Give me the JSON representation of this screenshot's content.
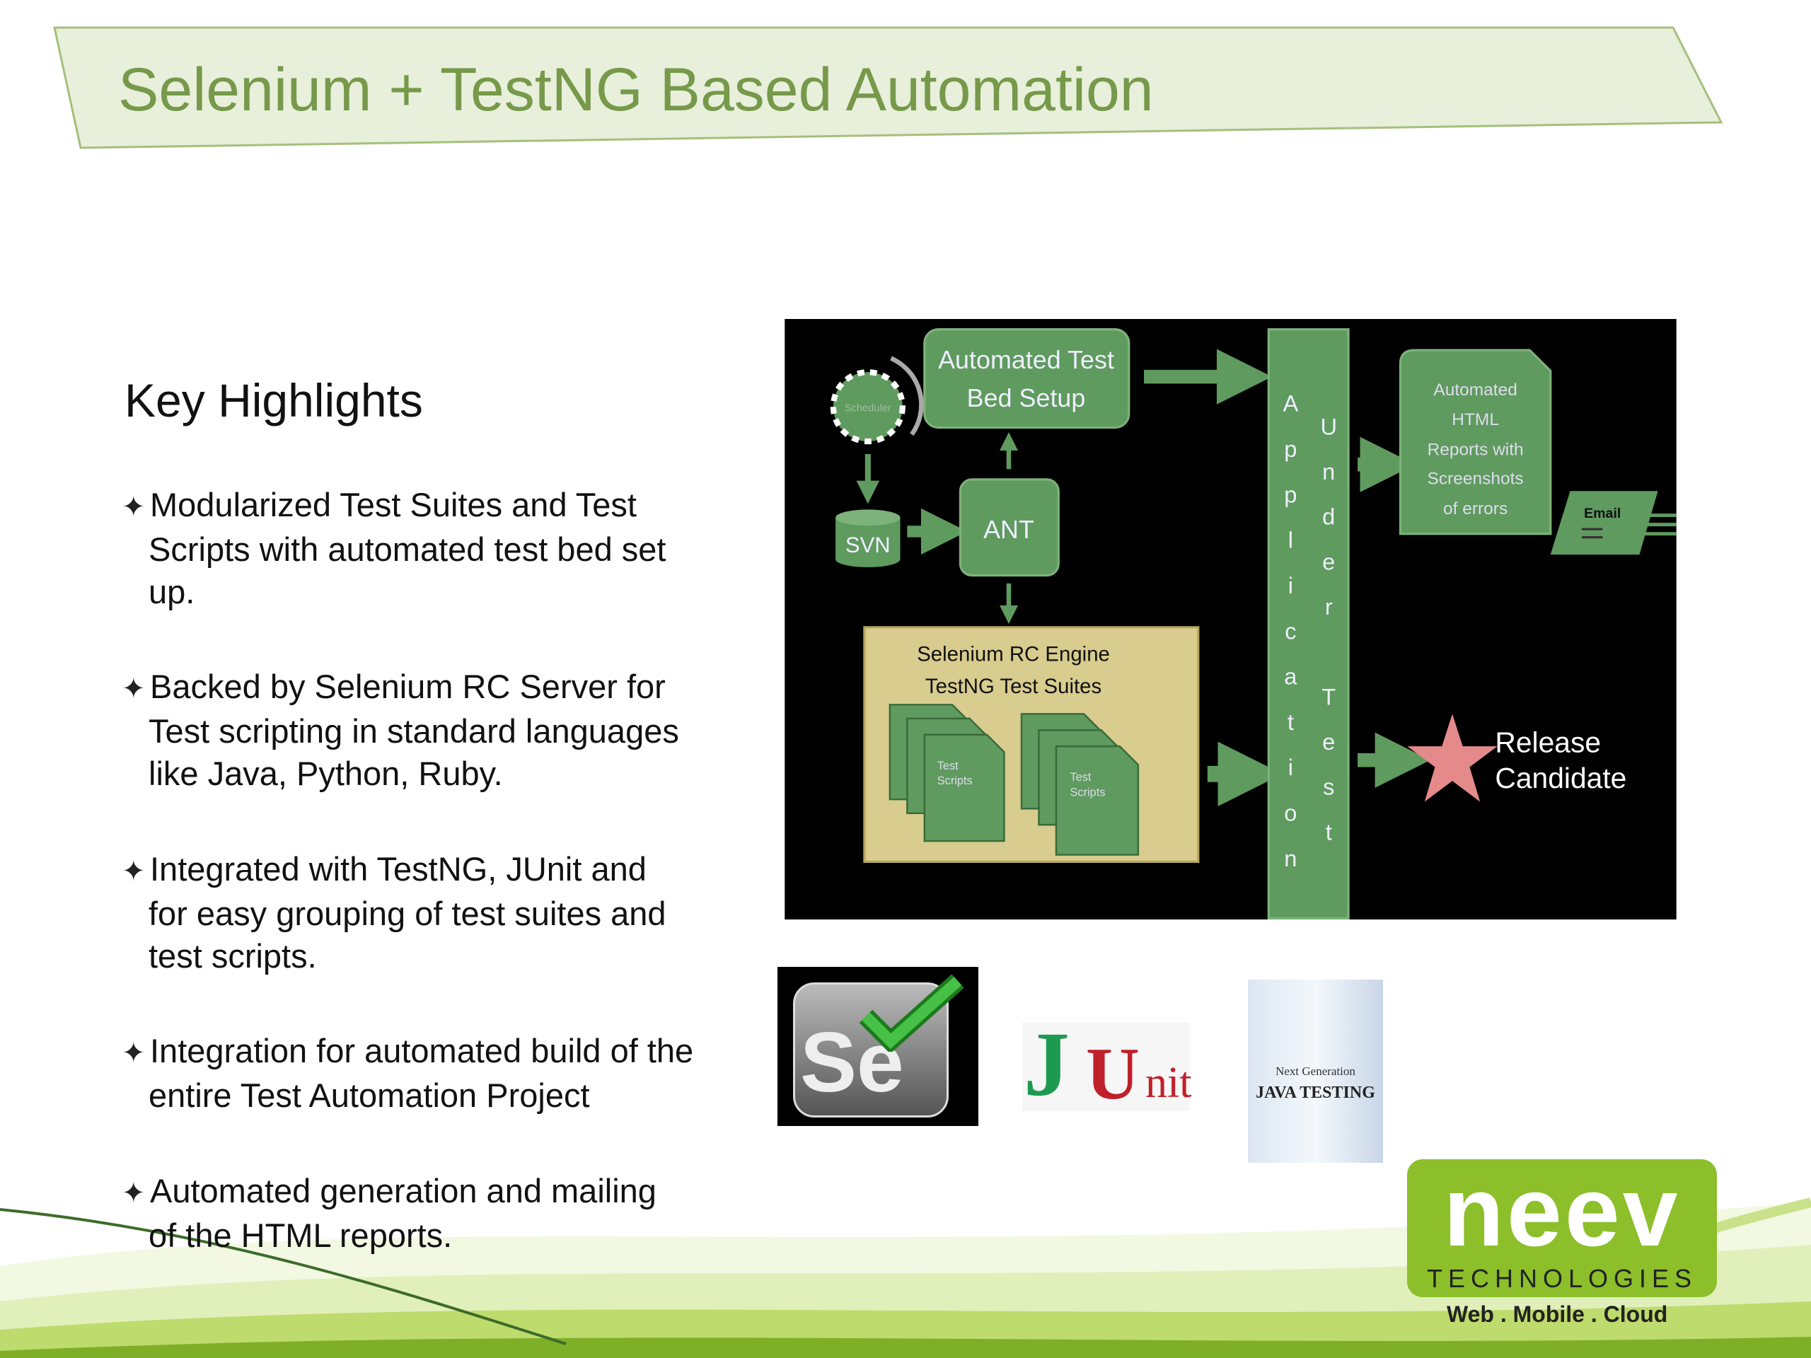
{
  "title": "Selenium + TestNG Based Automation",
  "key_highlights": {
    "heading": "Key Highlights",
    "bullets": [
      {
        "line1": "Modularized Test Suites and Test",
        "rest": [
          "Scripts with automated test bed set",
          "up."
        ]
      },
      {
        "line1": "Backed by Selenium RC Server for",
        "rest": [
          "Test scripting in standard languages",
          "like Java, Python, Ruby."
        ]
      },
      {
        "line1": "Integrated with  TestNG, JUnit and",
        "rest": [
          "for easy grouping of test suites and",
          "test scripts."
        ]
      },
      {
        "line1": "Integration for automated build of the",
        "rest": [
          "entire Test Automation Project"
        ]
      },
      {
        "line1": "Automated generation and mailing",
        "rest": [
          "of the HTML reports."
        ]
      }
    ]
  },
  "diagram": {
    "test_bed": [
      "Automated Test",
      "Bed Setup"
    ],
    "scheduler": "Scheduler",
    "svn": "SVN",
    "ant": "ANT",
    "engine": [
      "Selenium RC Engine",
      "TestNG Test Suites"
    ],
    "doc_label": [
      "Test",
      "Scripts"
    ],
    "app_col1": "Application",
    "app_col2": "Under Test",
    "reports": [
      "Automated",
      "HTML",
      "Reports with",
      "Screenshots",
      "of errors"
    ],
    "email": "Email",
    "release": [
      "Release",
      "Candidate"
    ]
  },
  "logos": {
    "selenium": "Se",
    "junit_j": "J",
    "junit_u": "U",
    "junit_nit": "nit",
    "book_line1": "Next Generation",
    "book_line2": "JAVA TESTING",
    "neev": "neev",
    "neev_sub": "TECHNOLOGIES",
    "neev_tagline": "Web . Mobile . Cloud"
  },
  "colors": {
    "title_green": "#76994a",
    "diagram_green": "#5f9a5e",
    "neev_green": "#8cbf2a"
  }
}
